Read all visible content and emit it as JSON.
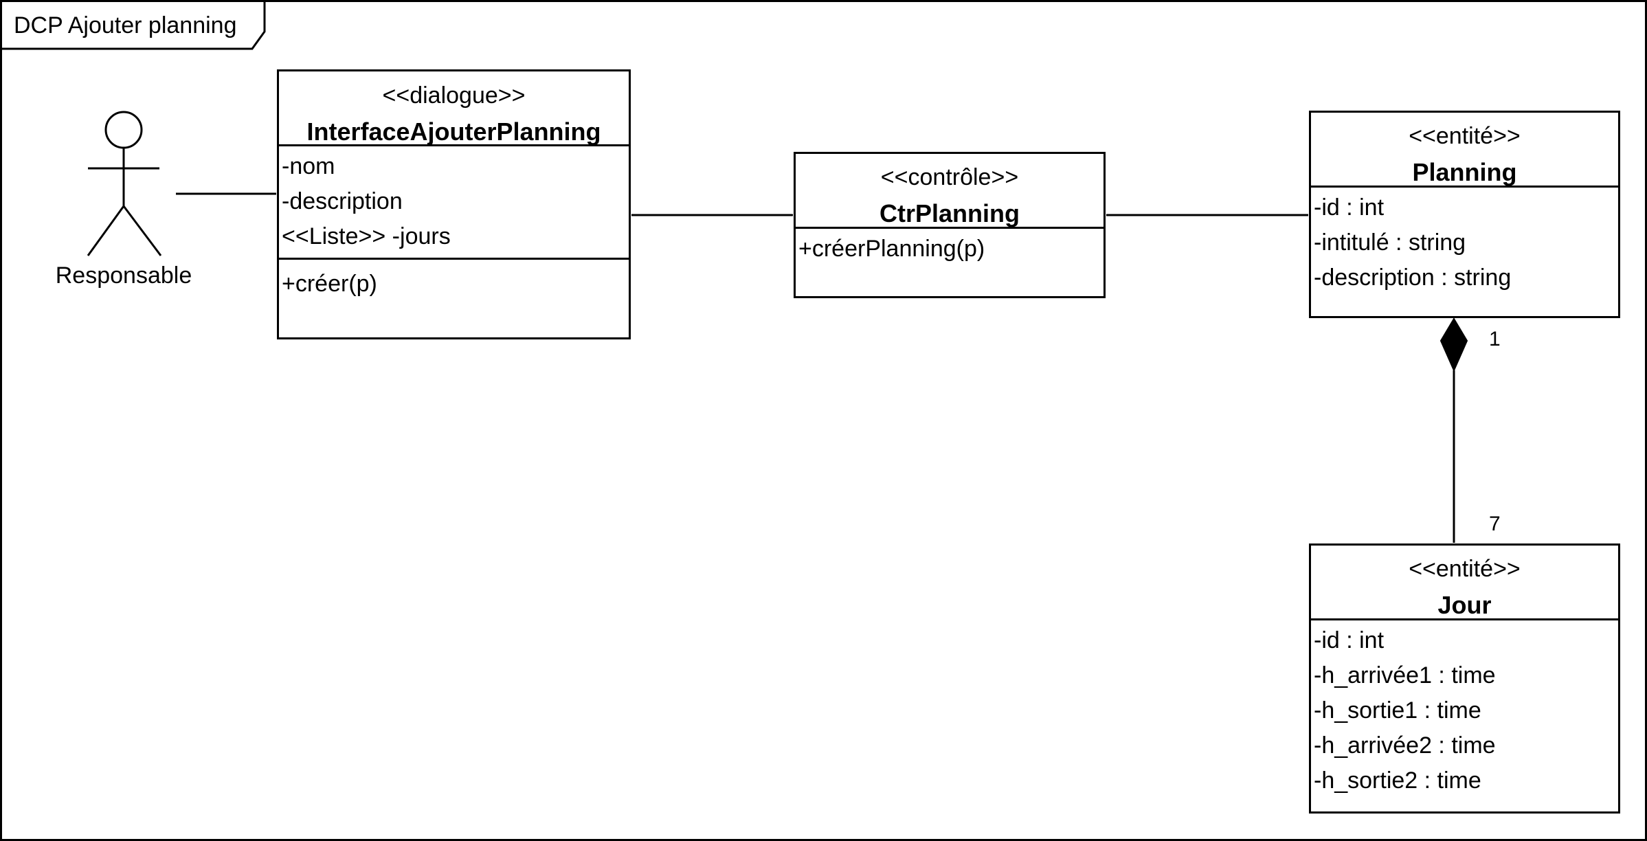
{
  "frame": {
    "title": "DCP Ajouter planning"
  },
  "actor": {
    "label": "Responsable"
  },
  "classes": {
    "interface": {
      "stereotype": "<<dialogue>>",
      "name": "InterfaceAjouterPlanning",
      "attributes": [
        "-nom",
        "-description",
        "<<Liste>> -jours"
      ],
      "operations": [
        "+créer(p)"
      ]
    },
    "controle": {
      "stereotype": "<<contrôle>>",
      "name": "CtrPlanning",
      "attributes": [],
      "operations": [
        "+créerPlanning(p)"
      ]
    },
    "planning": {
      "stereotype": "<<entité>>",
      "name": "Planning",
      "attributes": [
        "-id : int",
        "-intitulé : string",
        "-description : string"
      ]
    },
    "jour": {
      "stereotype": "<<entité>>",
      "name": "Jour",
      "attributes": [
        "-id : int",
        "-h_arrivée1 : time",
        "-h_sortie1 : time",
        "-h_arrivée2 : time",
        "-h_sortie2 : time"
      ]
    }
  },
  "composition": {
    "planning_multiplicity": "1",
    "jour_multiplicity": "7"
  }
}
